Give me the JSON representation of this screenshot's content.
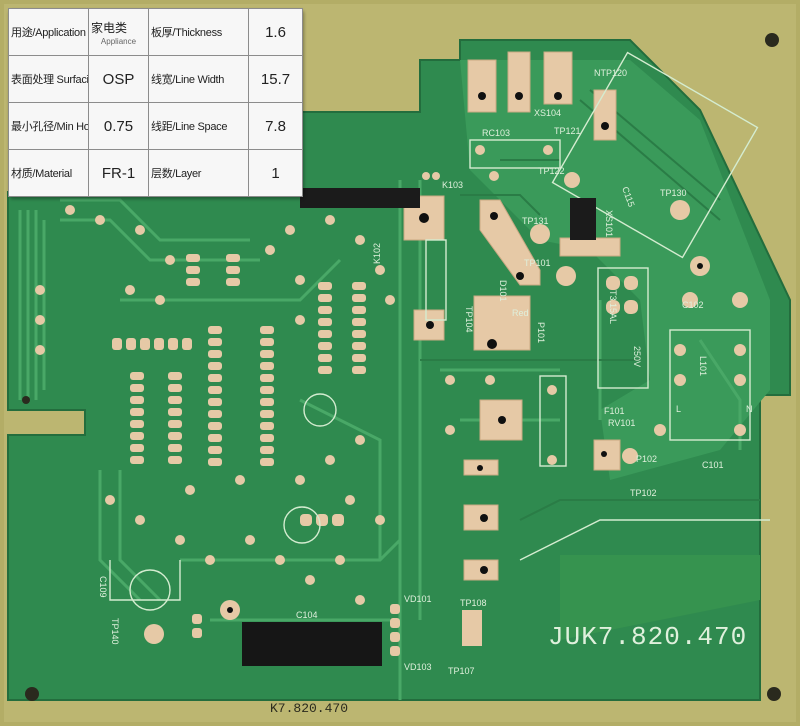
{
  "spec_table": {
    "rows": [
      {
        "label_a": "用途/Application",
        "value_a": "家电类",
        "value_a_sub": "Appliance",
        "label_b": "板厚/Thickness",
        "value_b": "1.6"
      },
      {
        "label_a": "表面处理 Surfacing",
        "value_a": "OSP",
        "label_b": "线宽/Line Width",
        "value_b": "15.7"
      },
      {
        "label_a": "最小孔径/Min Hole",
        "value_a": "0.75",
        "label_b": "线距/Line Space",
        "value_b": "7.8"
      },
      {
        "label_a": "材质/Material",
        "value_a": "FR-1",
        "label_b": "层数/Layer",
        "value_b": "1"
      }
    ]
  },
  "board": {
    "part_number_large": "JUK7.820.470",
    "part_number_small": "K7.820.470",
    "silkscreen_labels": [
      "XS104",
      "NTP120",
      "RC103",
      "TP121",
      "TP122",
      "K103",
      "C115",
      "TP130",
      "TP131",
      "XS101",
      "TP101",
      "C102",
      "T3.15AL",
      "250V",
      "L101",
      "TP104",
      "D101",
      "P101",
      "Red",
      "RV101",
      "F101",
      "P102",
      "TP102",
      "C101",
      "L",
      "N",
      "C104",
      "VD101",
      "VD103",
      "TP108",
      "TP107",
      "TP140",
      "C109",
      "K102"
    ]
  },
  "colors": {
    "substrate": "#b7b06a",
    "solder_mask": "#2f8a4f",
    "solder_mask_light": "#3a9a5a",
    "pad": "#e6c9a6",
    "silkscreen": "#d9eed6",
    "ic_body": "#161616"
  }
}
